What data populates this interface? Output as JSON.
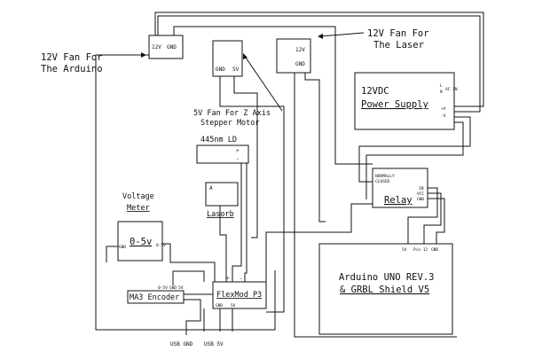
{
  "callouts": {
    "arduino_fan": [
      "12V Fan For",
      "The Arduino"
    ],
    "laser_fan": [
      "12V Fan For",
      "The Laser"
    ],
    "z_fan": [
      "5V Fan For Z Axis",
      "Stepper Motor"
    ]
  },
  "fan_arduino": {
    "pins": [
      "12V",
      "GND"
    ]
  },
  "fan_z": {
    "pins": [
      "GND",
      "5V"
    ]
  },
  "fan_laser": {
    "pins": [
      "12V",
      "GND"
    ]
  },
  "power_supply": {
    "title": [
      "12VDC",
      "Power Supply"
    ],
    "terminals": [
      "L",
      "N",
      "AC IN",
      "+V",
      "-V"
    ]
  },
  "laser_diode": {
    "title": "445nm LD",
    "pins": [
      "+",
      "-"
    ]
  },
  "lasorb": {
    "title": "Lasorb",
    "pin": "A"
  },
  "relay": {
    "title": "Relay",
    "pins_left": [
      "NORMALLY",
      "CLOSED"
    ],
    "pins_right": [
      "IN",
      "VCC",
      "GND"
    ]
  },
  "voltmeter": {
    "title": [
      "Voltage",
      "Meter"
    ],
    "range": "0-5v",
    "pins": [
      "GND",
      "0-5V"
    ]
  },
  "arduino": {
    "title": [
      "Arduino UNO REV.3",
      "& GRBL Shield V5"
    ],
    "pins": [
      "5V",
      "Pin 12",
      "GND"
    ]
  },
  "encoder": {
    "title": "MA3 Encoder",
    "pins": [
      "0-5V",
      "GND",
      "5V"
    ]
  },
  "flexmod": {
    "title": "FlexMod P3",
    "pins_top": [
      "+",
      "-"
    ],
    "pins_bottom": [
      "GND",
      "5V"
    ]
  },
  "usb": {
    "gnd": "USB GND",
    "v5": "USB 5V"
  }
}
